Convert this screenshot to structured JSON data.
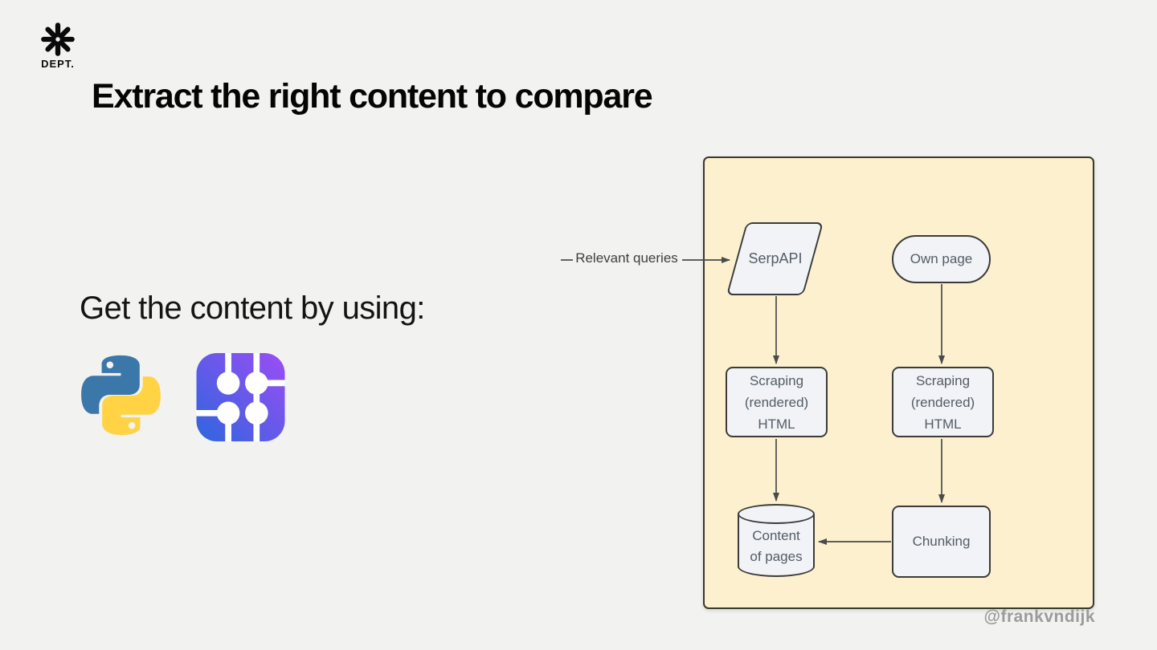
{
  "brand": {
    "logo_text": "DEPT.",
    "logo_icon": "dept-asterisk-icon"
  },
  "slide": {
    "title": "Extract the right content to compare",
    "body_text": "Get the content by using:",
    "watermark": "@frankvndijk"
  },
  "icons": {
    "python": "python-logo",
    "circuit": "purple-circuit-logo"
  },
  "diagram": {
    "input_label": "Relevant queries",
    "nodes": {
      "serpapi": {
        "label": "SerpAPI",
        "shape": "parallelogram"
      },
      "own_page": {
        "label": "Own page",
        "shape": "stadium"
      },
      "scraping_serp": {
        "lines": [
          "Scraping",
          "(rendered)",
          "HTML"
        ],
        "shape": "rectangle"
      },
      "scraping_own": {
        "lines": [
          "Scraping",
          "(rendered)",
          "HTML"
        ],
        "shape": "rectangle"
      },
      "content_store": {
        "lines": [
          "Content",
          "of pages"
        ],
        "shape": "cylinder"
      },
      "chunking": {
        "label": "Chunking",
        "shape": "rectangle"
      }
    },
    "colors": {
      "panel_bg": "#FCF0CE",
      "node_bg": "#F1F3F6",
      "node_border": "#3B3B3B",
      "arrow": "#4A4A4A",
      "node_text": "#535C66"
    }
  },
  "colors": {
    "page_bg": "#F2F2F1",
    "title_text": "#050505",
    "watermark_text": "#9B9B9B"
  }
}
